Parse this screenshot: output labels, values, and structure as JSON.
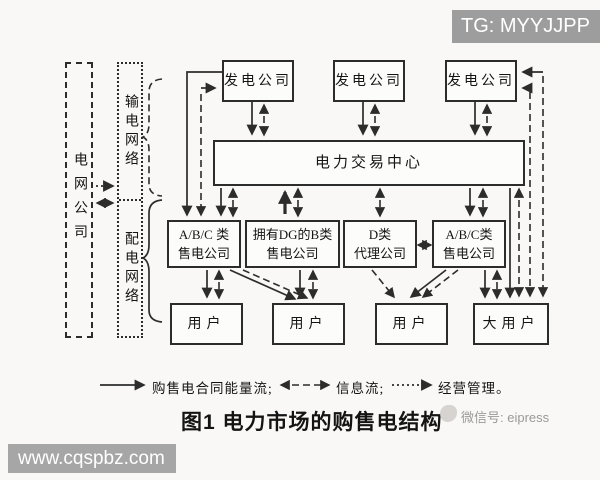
{
  "figure": {
    "caption": "图1  电力市场的购售电结构",
    "grid_company": "电网公司",
    "transmission_network": "输电网络",
    "distribution_network": "配电网络",
    "trading_center": "电力交易中心",
    "generators": [
      "发电公司",
      "发电公司",
      "发电公司"
    ],
    "retailers": [
      "A/B/C 类\n售电公司",
      "拥有DG的B类\n售电公司",
      "D类\n代理公司",
      "A/B/C类\n售电公司"
    ],
    "users": [
      "用户",
      "用户",
      "用户",
      "大用户"
    ],
    "legend": {
      "energy": "购售电合同能量流;",
      "info": "信息流;",
      "management": "经营管理。"
    }
  },
  "watermarks": {
    "telegram": "TG: MYYJJPP",
    "website": "www.cqspbz.com",
    "wechat": "微信号: eipress"
  },
  "colors": {
    "line": "#2c2c2c",
    "badge_gray": "#9d9d9d",
    "website_gray": "#a6a6a6",
    "wechat_gray": "#9a9a9a",
    "background": "#f9f8f6"
  }
}
